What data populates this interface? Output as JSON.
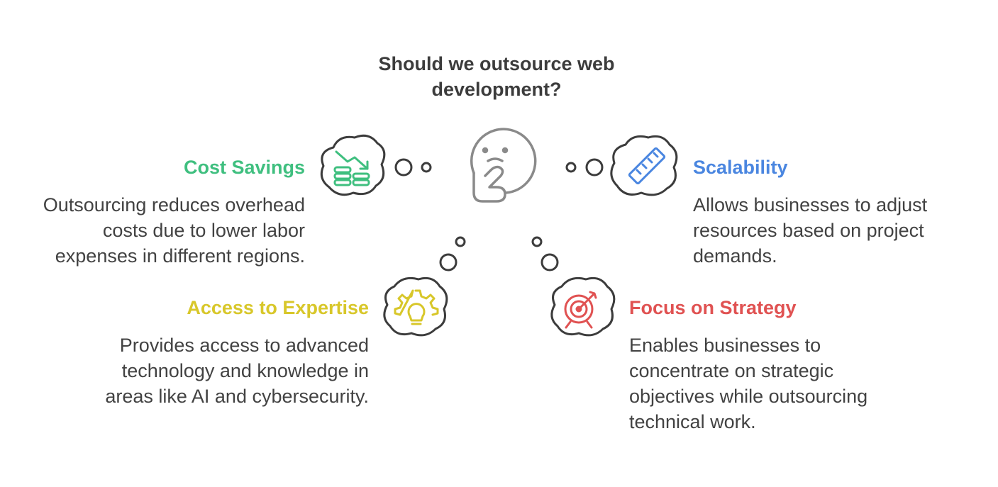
{
  "title": "Should we outsource web development?",
  "colors": {
    "cost": "#3fbf7f",
    "scalability": "#4a86e0",
    "expertise": "#d8c72a",
    "strategy": "#e05252",
    "outline": "#3c3c3c",
    "thinker": "#8a8a8a"
  },
  "items": {
    "cost": {
      "heading": "Cost Savings",
      "description": "Outsourcing reduces overhead costs due to lower labor expenses in different regions.",
      "icon": "cost-down-icon"
    },
    "scalability": {
      "heading": "Scalability",
      "description": "Allows businesses to adjust resources based on project demands.",
      "icon": "ruler-icon"
    },
    "expertise": {
      "heading": "Access to Expertise",
      "description": "Provides access to advanced technology and knowledge in areas like AI and cybersecurity.",
      "icon": "gear-lightbulb-icon"
    },
    "strategy": {
      "heading": "Focus on Strategy",
      "description": "Enables businesses to concentrate on strategic objectives while outsourcing technical work.",
      "icon": "target-icon"
    }
  }
}
